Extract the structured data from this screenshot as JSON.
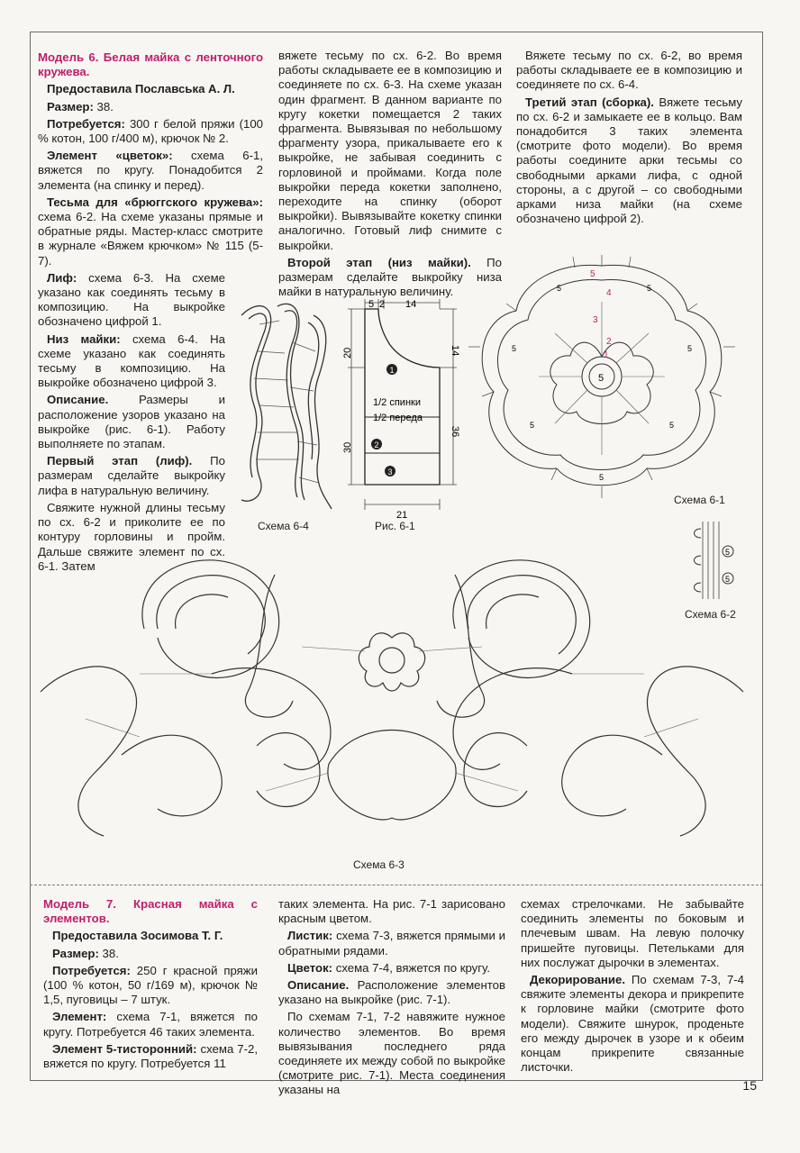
{
  "model6": {
    "title": "Модель 6. Белая майка с ленточного кружева.",
    "author": "Предоставила Пославська А. Л.",
    "size_label": "Размер:",
    "size_value": " 38.",
    "needs_label": "Потребуется:",
    "needs_text": " 300 г белой пряжи (100 % котон, 100 г/400 м), крючок № 2.",
    "element_label": "Элемент «цветок»:",
    "element_text": " схема 6-1, вяжется по кругу. Понадобится 2 элемента (на спинку и перед).",
    "tape_label": "Тесьма для «брюггского кружева»:",
    "tape_text": " схема 6-2. На схеме указаны прямые и обратные ряды. Мастер-класс смотрите в журнале «Вяжем крючком» № 115 (5-7).",
    "bodice_label": "Лиф:",
    "bodice_text": " схема 6-3. На схеме указано как соединять тесьму в композицию. На выкройке обозначено цифрой 1.",
    "bottom_label": "Низ майки:",
    "bottom_text": " схема 6-4. На схеме указано как соединять тесьму в композицию. На выкройке обозначено цифрой 3.",
    "desc_label": "Описание.",
    "desc_text": " Размеры и расположение узоров указано на выкройке (рис. 6-1). Работу выполняете по этапам.",
    "stage1_label": "Первый этап (лиф).",
    "stage1_text": " По размерам сделайте выкройку лифа в натуральную величину.",
    "stage1_p2": "Свяжите нужной длины тесьму по сх. 6-2 и приколите ее по контуру горловины и пройм. Дальше свяжите элемент по сх. 6-1. Затем",
    "col2_p1": "вяжете тесьму по сх. 6-2. Во время работы складываете ее в композицию и соединяете по сх. 6-3. На схеме указан один фрагмент. В данном варианте по кругу кокетки помещается 2 таких фрагмента. Вывязывая по небольшому фрагменту узора, прикалываете его к выкройке, не забывая соединить с горловиной и проймами. Когда поле выкройки передa кокетки заполнено, переходите на спинку (оборот выкройки). Вывязывайте кокетку спинки аналогично. Готовый лиф снимите с выкройки.",
    "stage2_label": "Второй этап (низ майки).",
    "stage2_text": " По размерам сделайте выкройку низа майки в натуральную величину.",
    "col3_p1": "Вяжете тесьму по сх. 6-2, во время работы складываете ее в композицию и соединяете по сх. 6-4.",
    "stage3_label": "Третий этап (сборка).",
    "stage3_text": " Вяжете тесьму по сх. 6-2 и замыкаете ее в кольцо. Вам понадобится 3 таких элемента (смотрите фото модели). Во время работы соедините арки тесьмы со свободными арками лифа, с одной стороны, а с другой – со свободными арками низа майки (на схеме обозначено цифрой 2)."
  },
  "figures": {
    "scheme_6_1": "Схема 6-1",
    "scheme_6_2": "Схема 6-2",
    "scheme_6_3": "Схема 6-3",
    "scheme_6_4": "Схема 6-4",
    "fig_6_1": "Рис. 6-1",
    "pattern_label_1": "1/2 спинки",
    "pattern_label_2": "1/2 переда",
    "dims": {
      "d5": "5",
      "d2": "2",
      "d14": "14",
      "d14b": "14",
      "d20": "20",
      "d30": "30",
      "d36": "36",
      "d21": "21"
    },
    "markers": {
      "m1": "1",
      "m2": "2",
      "m3": "3"
    },
    "s61_nums": {
      "n5": "5",
      "n4": "4",
      "n3": "3",
      "n2": "2",
      "n1": "1"
    }
  },
  "model7": {
    "title": "Модель 7. Красная майка с элементов.",
    "author": "Предоставила Зосимова Т. Г.",
    "size_label": "Размер:",
    "size_value": " 38.",
    "needs_label": "Потребуется:",
    "needs_text": " 250 г красной пряжи (100 % котон, 50 г/169 м), крючок № 1,5, пуговицы – 7 штук.",
    "element_label": "Элемент:",
    "element_text": " схема 7-1, вяжется по кругу. Потребуется 46 таких элемента.",
    "element5_label": "Элемент 5-тисторонний:",
    "element5_text": " схема 7-2, вяжется по кругу. Потребуется 11",
    "col2_p0": "таких элемента. На рис. 7-1 зарисовано красным цветом.",
    "leaf_label": "Листик:",
    "leaf_text": " схема 7-3, вяжется прямыми и обратными рядами.",
    "flower_label": "Цветок:",
    "flower_text": " схема 7-4, вяжется по кругу.",
    "desc_label": "Описание.",
    "desc_text": " Расположение элементов указано на выкройке (рис. 7-1).",
    "col2_p1": "По схемам 7-1, 7-2 навяжите нужное количество элементов. Во время вывязывания последнего ряда соединяете их между собой по выкройке (смотрите рис. 7-1). Места соединения указаны на",
    "col3_p1": "схемах стрелочками. Не забывайте соединить элементы по боковым и плечевым швам. На левую полочку пришейте пуговицы. Петельками для них послужат дырочки в элементах.",
    "decor_label": "Декорирование.",
    "decor_text": " По схемам 7-3, 7-4 свяжите элементы декора и прикрепите к горловине майки (смотрите фото модели). Свяжите шнурок, проденьте его между дырочек в узоре и к обеим концам прикрепите связанные листочки."
  },
  "page_number": "15"
}
